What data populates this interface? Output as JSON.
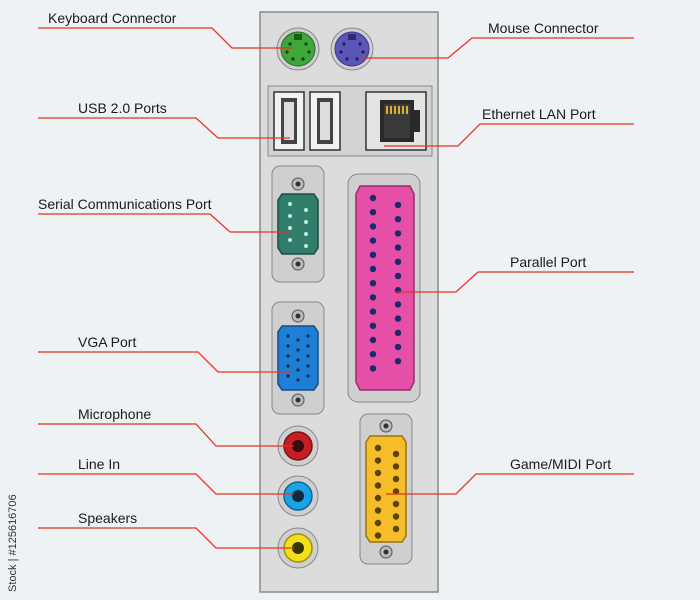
{
  "labels": {
    "keyboard": "Keyboard Connector",
    "usb": "USB 2.0 Ports",
    "serial": "Serial Communications Port",
    "vga": "VGA Port",
    "microphone": "Microphone",
    "line_in": "Line In",
    "speakers": "Speakers",
    "mouse": "Mouse Connector",
    "ethernet": "Ethernet LAN Port",
    "parallel": "Parallel Port",
    "game": "Game/MIDI Port"
  },
  "stock_id": "Stock | #125616706",
  "colors": {
    "background": "#eef2f5",
    "panel": "#dcdcdc",
    "panel_border": "#8a8a8a",
    "leader_line": "#e8331f",
    "keyboard": "#3fa63a",
    "mouse": "#5a56b8",
    "serial": "#2f7d6a",
    "vga": "#1f7fd6",
    "parallel": "#e54fa8",
    "game": "#f5bd2a",
    "microphone": "#c41f26",
    "line_in": "#1aa3e6",
    "speakers": "#f3e01a"
  }
}
